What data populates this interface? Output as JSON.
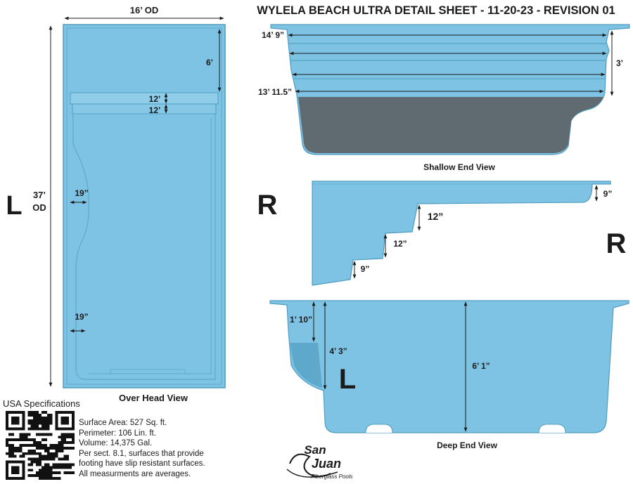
{
  "title": "WYLELA BEACH ULTRA DETAIL SHEET - 11-20-23 - REVISION 01",
  "overhead": {
    "caption": "Over Head View",
    "width_label": "16’ OD",
    "length_label_1": "37’",
    "length_label_2": "OD",
    "shallow_depth_label": "6’",
    "step1_label": "12’",
    "step2_label": "12’",
    "bench_upper_label": "19”",
    "bench_lower_label": "19”",
    "side_marker": "L"
  },
  "shallow_view": {
    "caption": "Shallow End View",
    "top_width_label": "14’ 9”",
    "bottom_width_label": "13’ 11.5”",
    "depth_label": "3’"
  },
  "side_view": {
    "marker_left": "R",
    "marker_right": "R",
    "top_step_label": "9”",
    "step_a_label": "12”",
    "step_b_label": "12”",
    "step_c_label": "9”"
  },
  "deep_view": {
    "caption": "Deep End View",
    "bench_height_label": "1’ 10”",
    "bench_depth_label": "4’ 3”",
    "max_depth_label": "6’ 1”",
    "side_marker": "L"
  },
  "specs": {
    "heading": "USA Specifications",
    "lines": [
      "Surface Area: 527 Sq. ft.",
      "Perimeter: 106 Lin. ft.",
      "Volume: 14,375 Gal.",
      "Per sect. 8.1, surfaces that provide",
      "footing have slip resistant surfaces.",
      "All measurments are averages."
    ]
  },
  "logo": {
    "word_1": "San",
    "word_2": "Juan",
    "tagline": "Fiberglass Pools"
  },
  "colors": {
    "pool": "#7ec3e3",
    "pool_dark": "#5ea8cc",
    "interior_gray": "#5f6b70",
    "text": "#1b1b1b"
  }
}
